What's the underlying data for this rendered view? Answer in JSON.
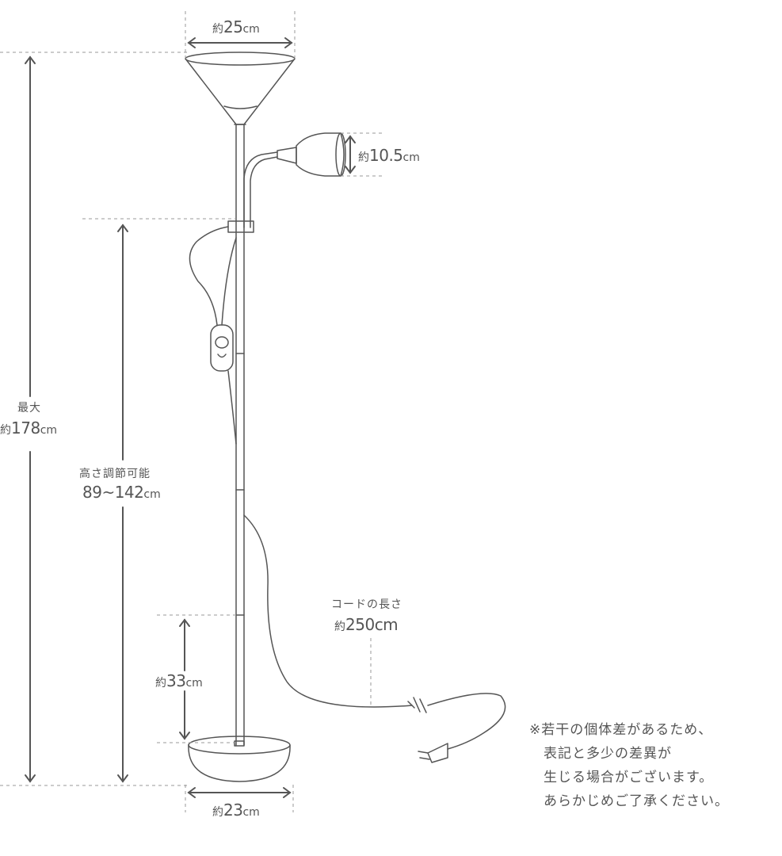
{
  "labels": {
    "shade_width": {
      "prefix": "約",
      "value": "25",
      "unit": "cm"
    },
    "spot_height": {
      "prefix": "約",
      "value": "10.5",
      "unit": "cm"
    },
    "max_height": {
      "title": "最大",
      "prefix": "約",
      "value": "178",
      "unit": "cm"
    },
    "adjustable": {
      "title": "高さ調節可能",
      "value": "89~142",
      "unit": "cm"
    },
    "lower_height": {
      "prefix": "約",
      "value": "33",
      "unit": "cm"
    },
    "base_width": {
      "prefix": "約",
      "value": "23",
      "unit": "cm"
    },
    "cord": {
      "title": "コードの長さ",
      "prefix": "約",
      "value": "250",
      "unit": "cm"
    }
  },
  "note": {
    "lines": [
      "※若干の個体差があるため、",
      "表記と多少の差異が",
      "生じる場合がございます。",
      "あらかじめご了承ください。"
    ]
  },
  "colors": {
    "line": "#555555",
    "dash": "#9a9a9a",
    "text": "#555555"
  }
}
